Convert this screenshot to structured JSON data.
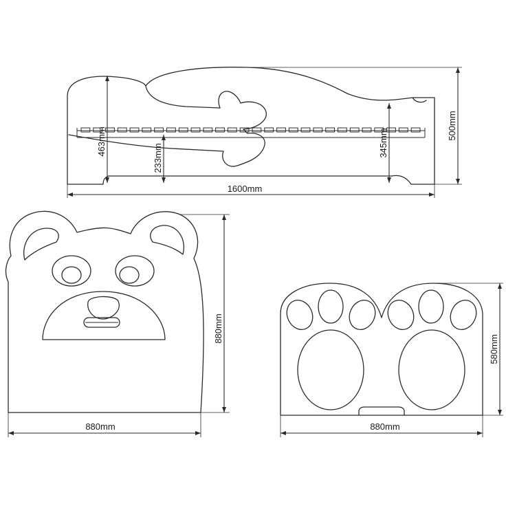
{
  "dimensions": {
    "side_length": "1600mm",
    "side_height": "500mm",
    "side_high_board": "463mm",
    "side_mid_board": "345mm",
    "side_low_board": "233mm",
    "front_width": "880mm",
    "front_height": "880mm",
    "back_width": "880mm",
    "back_height": "580mm"
  },
  "colors": {
    "line": "#2a2a2a",
    "background": "#ffffff"
  }
}
